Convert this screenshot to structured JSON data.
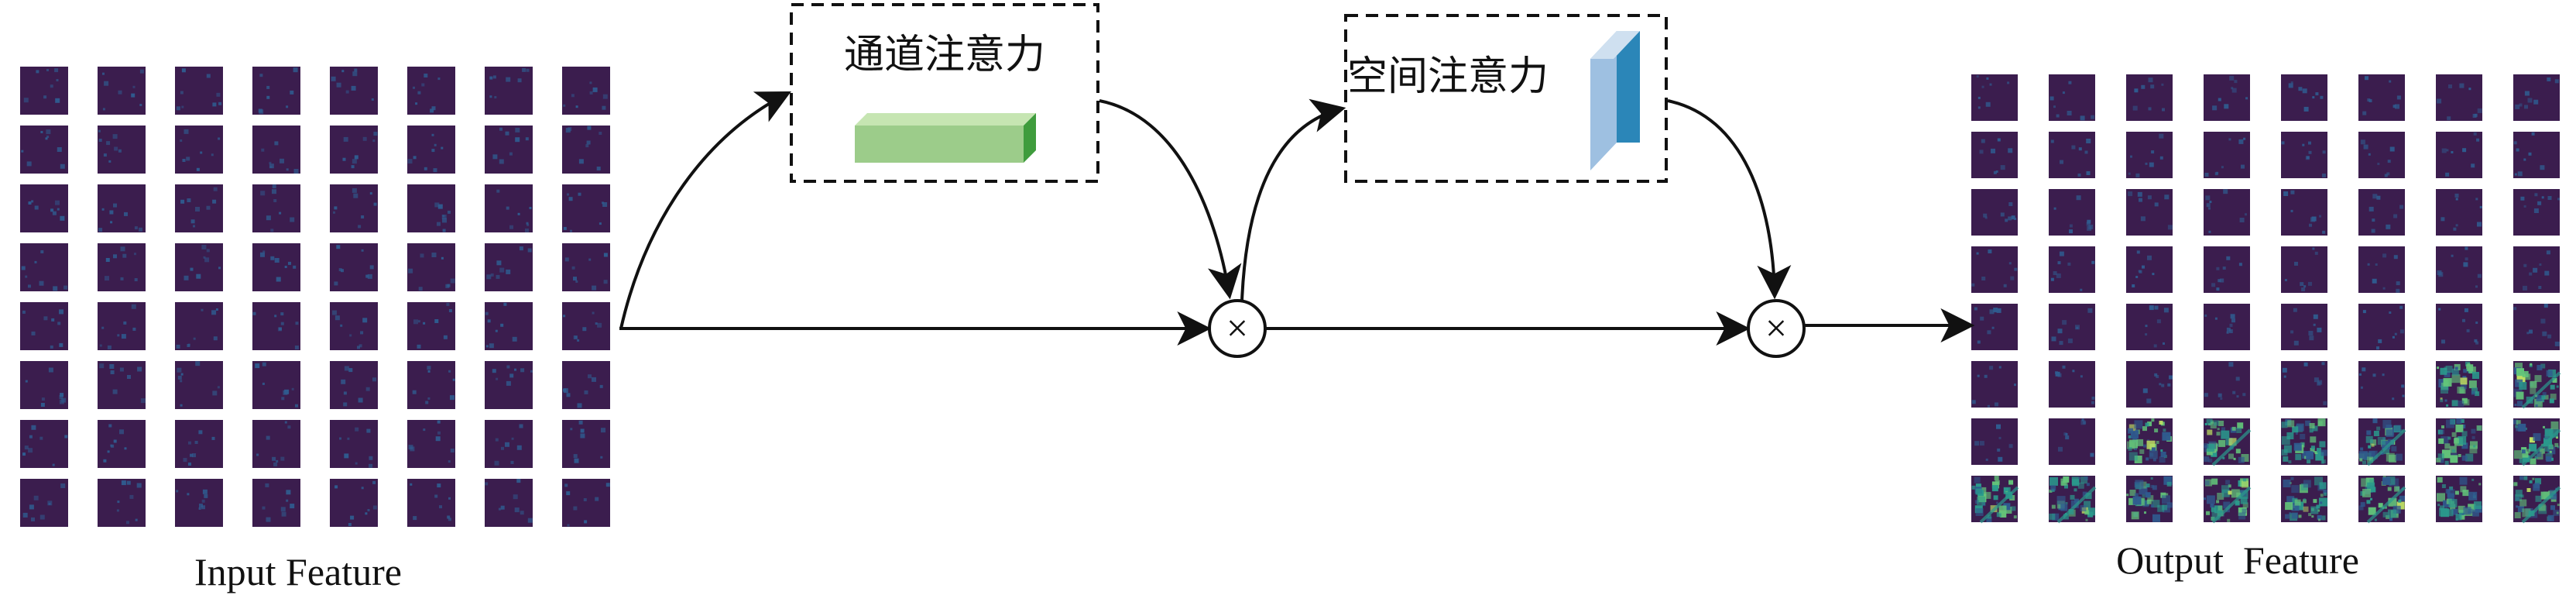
{
  "input": {
    "label": "Input Feature",
    "rows": 8,
    "cols": 8
  },
  "output": {
    "label": "Output  Feature",
    "rows": 8,
    "cols": 8
  },
  "channel_attention": {
    "label": "通道注意力"
  },
  "spatial_attention": {
    "label": "空间注意力"
  },
  "multiply_symbol": "×",
  "colors": {
    "map_dark": "#3b1d4e",
    "map_mid": "#2f5b8f",
    "map_teal": "#2a9a8d",
    "map_green": "#63c57a",
    "map_yellow": "#bfe163",
    "channel_bar_front": "#9ccc8a",
    "channel_bar_top": "#c6e5b2",
    "channel_bar_side": "#3f9c3d",
    "spatial_front": "#2b86b8",
    "spatial_side": "#9ec0e1",
    "arrow": "#111111"
  }
}
